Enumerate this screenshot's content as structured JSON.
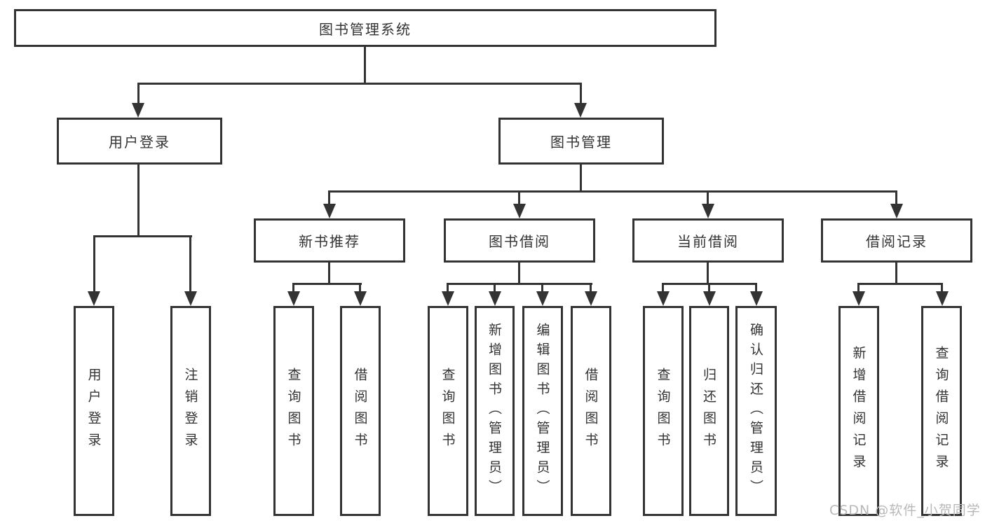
{
  "tree": {
    "root": {
      "label": "图书管理系统",
      "children": [
        {
          "label": "用户登录",
          "children": [
            {
              "label": "用户登录"
            },
            {
              "label": "注销登录"
            }
          ]
        },
        {
          "label": "图书管理",
          "children": [
            {
              "label": "新书推荐",
              "children": [
                {
                  "label": "查询图书"
                },
                {
                  "label": "借阅图书"
                }
              ]
            },
            {
              "label": "图书借阅",
              "children": [
                {
                  "label": "查询图书"
                },
                {
                  "label": "新增图书（管理员）"
                },
                {
                  "label": "编辑图书（管理员）"
                },
                {
                  "label": "借阅图书"
                }
              ]
            },
            {
              "label": "当前借阅",
              "children": [
                {
                  "label": "查询图书"
                },
                {
                  "label": "归还图书"
                },
                {
                  "label": "确认归还（管理员）"
                }
              ]
            },
            {
              "label": "借阅记录",
              "children": [
                {
                  "label": "新增借阅记录"
                },
                {
                  "label": "查询借阅记录"
                }
              ]
            }
          ]
        }
      ]
    }
  },
  "watermark": {
    "text": "CSDN @软件_小贺同学"
  },
  "colors": {
    "line": "#333333",
    "box_border": "#333333",
    "background": "#ffffff",
    "watermark": "#b8b8b8"
  }
}
